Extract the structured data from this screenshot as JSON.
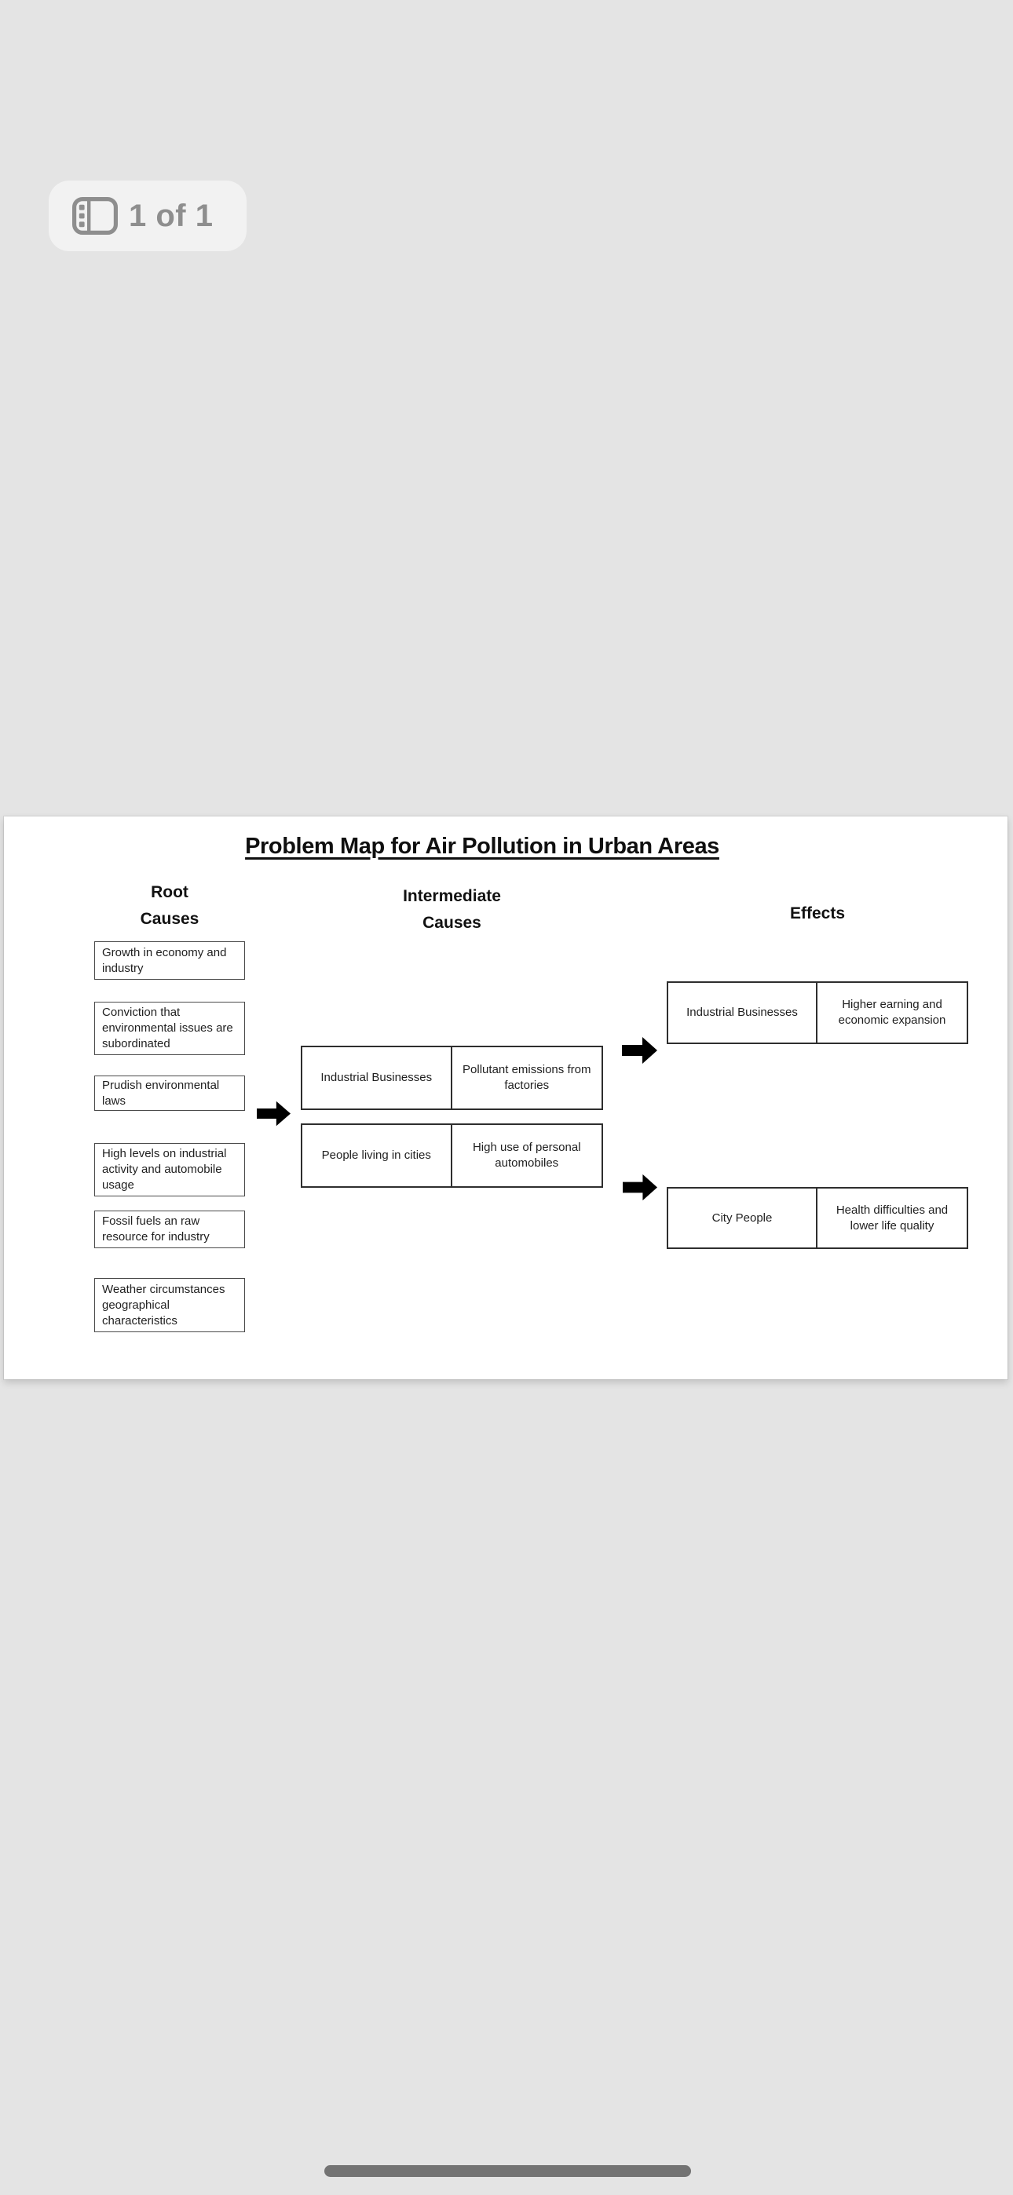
{
  "page_indicator": {
    "label": "1 of 1",
    "icon": "page-thumbnails-icon"
  },
  "doc": {
    "title": "Problem Map for Air Pollution in Urban Areas",
    "headers": {
      "root": [
        "Root",
        "Causes"
      ],
      "intermediate": [
        "Intermediate",
        "Causes"
      ],
      "effects": "Effects"
    },
    "root_causes": [
      "Growth in economy and industry",
      "Conviction that environmental issues are subordinated",
      "Prudish environmental laws",
      "High levels on industrial activity and automobile usage",
      "Fossil fuels an raw resource for industry",
      "Weather circumstances geographical characteristics"
    ],
    "intermediate": [
      {
        "left": "Industrial Businesses",
        "right": "Pollutant emissions from factories"
      },
      {
        "left": "People living in cities",
        "right": "High use of personal automobiles"
      }
    ],
    "effects": [
      {
        "left": "Industrial Businesses",
        "right": "Higher earning and economic expansion"
      },
      {
        "left": "City People",
        "right": "Health difficulties and lower life quality"
      }
    ]
  },
  "colors": {
    "background": "#e4e4e4",
    "page": "#ffffff",
    "badge_bg": "#f2f2f2",
    "badge_fg": "#8e8e8e",
    "box_border": "#4a4a4a",
    "table_border": "#2e2e2e",
    "arrow": "#000000",
    "text": "#1f1f1f",
    "home_indicator": "#737373"
  }
}
